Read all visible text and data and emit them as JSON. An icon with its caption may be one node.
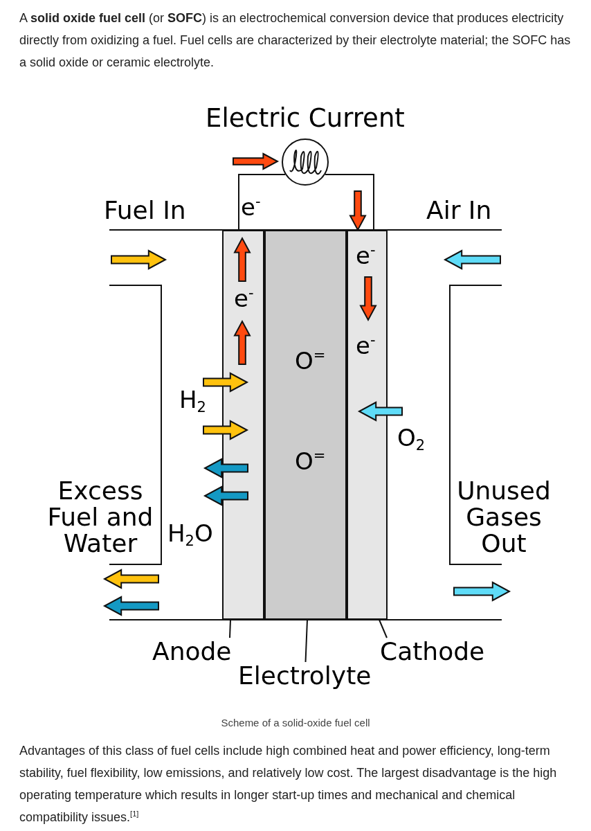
{
  "diagram": {
    "caption": "Scheme of a solid-oxide fuel cell",
    "nodes": [
      {
        "text": [
          "e$^{-}$"
        ]
      },
      {
        "text": [
          "O$^{=}$",
          "O$^{=}$"
        ]
      },
      {
        "text": [
          "e$^{-}$",
          "e$^{-}$"
        ]
      },
      {
        "text": [],
        "shape": "circle"
      },
      {
        "text": [
          "Anode"
        ]
      },
      {
        "text": [
          "Electrolyte"
        ]
      },
      {
        "text": [
          "Cathode"
        ]
      }
    ],
    "edges": [
      {
        "from": 0,
        "to": 3,
        "arrow": "none"
      },
      {
        "from": 3,
        "to": 2,
        "arrow": "none"
      },
      {
        "from": 4,
        "to": 0,
        "arrow": "none"
      },
      {
        "from": 5,
        "to": 1,
        "arrow": "none"
      },
      {
        "from": 6,
        "to": 2,
        "arrow": "none"
      }
    ],
    "labels": [
      "A **solid oxide fuel cell** (or **SOFC**) is an electrochemical conversion device that produces electricity directly from oxidizing a fuel. Fuel cells are characterized by their electrolyte material; the SOFC has a solid oxide or ceramic electrolyte.",
      "Electric Current",
      "Fuel In",
      "e$^{-}$",
      "Air In",
      "H$_{2}$",
      "O$_{2}$",
      "Excess Fuel and Water",
      "Unused Gases Out",
      "H$_{2}$O",
      "Advantages of this class of fuel cells include high combined heat and power efficiency, long-term stability, fuel flexibility, low emissions, and relatively low cost. The largest disadvantage is the high operating temperature which results in longer start-up times and mechanical and chemical compatibility issues.$^{[1]}$"
    ]
  }
}
